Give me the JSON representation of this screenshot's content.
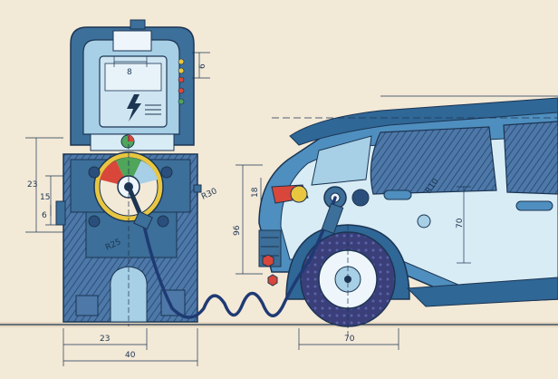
{
  "dimensions": {
    "top_width": "8",
    "top_right": "6",
    "height_23": "23",
    "height_15": "15",
    "height_6": "6",
    "radius_30": "R30",
    "radius_25": "R25",
    "base_23": "23",
    "base_40": "40",
    "car_height_96": "96",
    "car_18": "18",
    "car_70_vertical": "70",
    "car_r10": "R10",
    "car_70_horizontal": "70"
  },
  "colors": {
    "background": "#f3e9d7",
    "charger_dark": "#3c6f99",
    "charger_light": "#a7cfe6",
    "car_body": "#4f8fbf",
    "car_light": "#d8ecf6",
    "line": "#1c3552",
    "cable": "#1f3a73",
    "accent_red": "#d9473a",
    "accent_yellow": "#e8c640",
    "accent_green": "#4fa55a"
  },
  "icons": {
    "lightning": "lightning-bolt-icon"
  }
}
